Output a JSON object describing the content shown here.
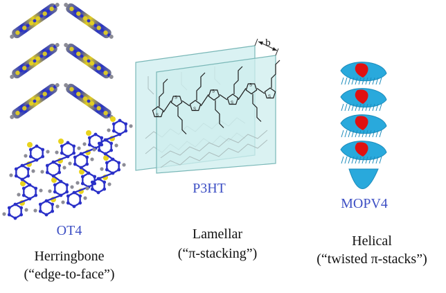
{
  "panels": [
    {
      "molecule": "OT4",
      "packing": "Herringbone",
      "detail": "(“edge-to-face”)"
    },
    {
      "molecule": "P3HT",
      "packing": "Lamellar",
      "detail": "(“π-stacking”)",
      "spacing_label": "b"
    },
    {
      "molecule": "MOPV4",
      "packing": "Helical",
      "detail": "(“twisted π-stacks”)"
    }
  ],
  "colors": {
    "molecule_label": "#3d4fc4",
    "text": "#111111",
    "sulfur": "#e8d31e",
    "carbon_ring": "#2a30c8",
    "hydrogen": "#8c8c96",
    "sheet": "#cfeff0",
    "sheet_edge": "#79b7b7",
    "helix": "#29a9dc",
    "helix_core": "#e01111"
  },
  "icons": [
    "herringbone-crystal-icon",
    "ring-chain-icon",
    "lamellar-sheets-icon",
    "helix-stack-icon"
  ]
}
